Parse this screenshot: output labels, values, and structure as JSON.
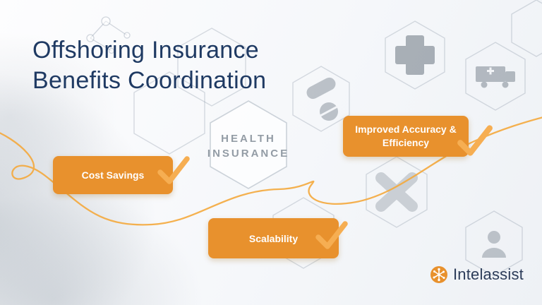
{
  "slide": {
    "title_line1": "Offshoring Insurance",
    "title_line2": "Benefits Coordination",
    "colors": {
      "title_navy": "#1F3A63",
      "box_orange": "#E8912D",
      "check_orange": "#F6AE52",
      "wave_orange": "#F4A83C",
      "logo_navy": "#2C3C59",
      "logo_icon_orange": "#E8912D"
    }
  },
  "benefits": [
    {
      "label": "Cost Savings"
    },
    {
      "label": "Scalability"
    },
    {
      "label": "Improved Accuracy & Efficiency"
    }
  ],
  "background": {
    "watermark_line1": "HEALTH",
    "watermark_line2": "INSURANCE"
  },
  "logo": {
    "text": "Intelassist"
  }
}
